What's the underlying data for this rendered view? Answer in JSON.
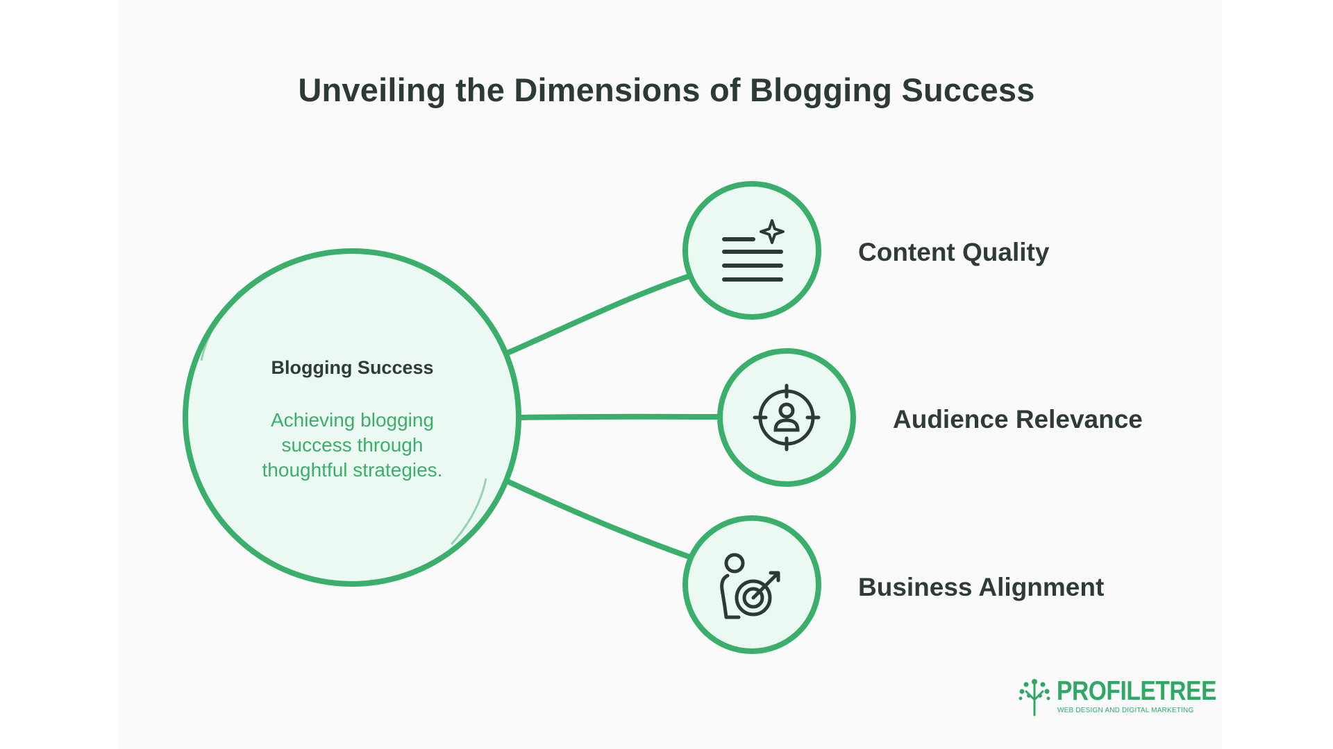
{
  "title": "Unveiling the Dimensions of Blogging Success",
  "center": {
    "title": "Blogging Success",
    "description_lines": [
      "Achieving blogging",
      "success through",
      "thoughtful strategies."
    ]
  },
  "nodes": [
    {
      "label": "Content Quality",
      "icon": "text-lines-sparkle-icon"
    },
    {
      "label": "Audience Relevance",
      "icon": "target-person-icon"
    },
    {
      "label": "Business Alignment",
      "icon": "person-with-target-dart-icon"
    }
  ],
  "logo": {
    "name": "PROFILETREE",
    "tagline": "WEB DESIGN AND DIGITAL MARKETING"
  },
  "colors": {
    "accent": "#3aae6b",
    "circle_fill": "#ecf9f2",
    "text_dark": "#2f3b38",
    "background": "#fafafa"
  }
}
